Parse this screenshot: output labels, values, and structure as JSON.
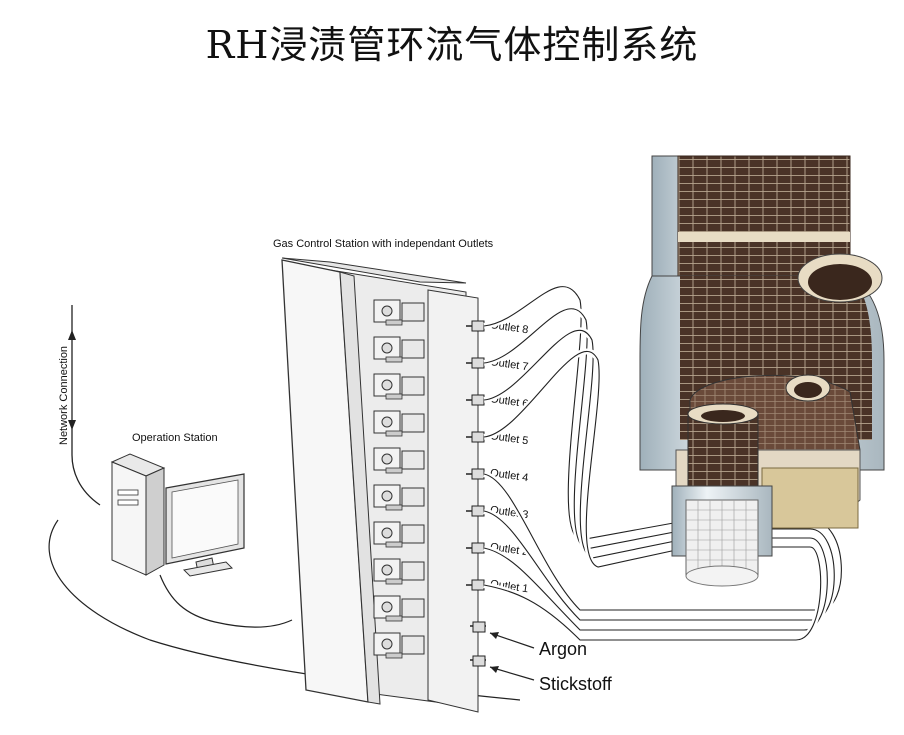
{
  "title": "RH浸渍管环流气体控制系统",
  "labels": {
    "network": "Network Connection",
    "operation_station": "Operation Station",
    "gas_station": "Gas Control Station with independant Outlets",
    "argon": "Argon",
    "stickstoff": "Stickstoff"
  },
  "outlets": [
    "Outlet 8",
    "Outlet 7",
    "Outlet 6",
    "Outlet 5",
    "Outlet 4",
    "Outlet 3",
    "Outlet 2",
    "Outlet 1"
  ],
  "colors": {
    "line": "#222222",
    "cabinet": "#f4f4f4",
    "refractory": "#4a3327",
    "steel_shell": "#cfd8dd",
    "ladle_base": "#d8c79a"
  }
}
